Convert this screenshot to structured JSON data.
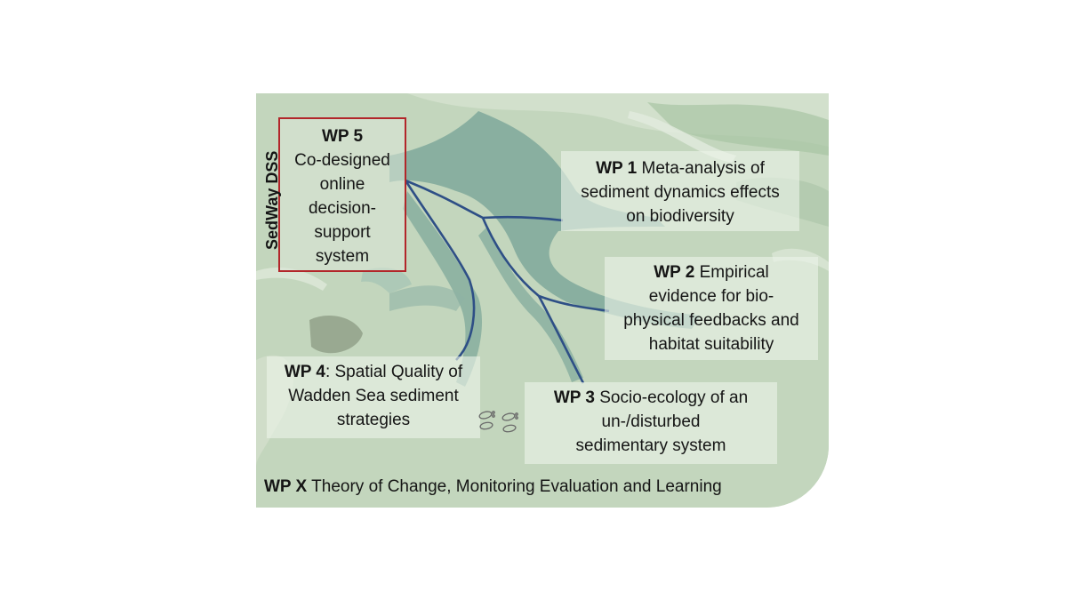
{
  "side_label": "SedWay DSS",
  "wp5": {
    "title": "WP 5",
    "line1": "Co-designed",
    "line2": "online",
    "line3": "decision-",
    "line4": "support",
    "line5": "system"
  },
  "wp1": {
    "title": "WP 1",
    "line1": "Meta-analysis of",
    "line2": "sediment dynamics effects",
    "line3": "on biodiversity"
  },
  "wp2": {
    "title": "WP 2",
    "line1": "Empirical",
    "line2": "evidence for bio-",
    "line3": "physical feedbacks and",
    "line4": "habitat suitability"
  },
  "wp3": {
    "title": "WP 3",
    "line1": "Socio-ecology of an",
    "line2": "un-/disturbed",
    "line3": "sedimentary system"
  },
  "wp4": {
    "title": "WP 4",
    "line1": ": Spatial Quality of",
    "line2": "Wadden Sea sediment",
    "line3": "strategies"
  },
  "wpx": {
    "title": "WP X",
    "text": "Theory of Change, Monitoring Evaluation and Learning"
  },
  "colors": {
    "border_wp5": "#b2262a",
    "connector_lines": "#2e4f86",
    "channel_fill": "#7fa89b",
    "land_fill": "#c3d6bd"
  },
  "icons": [
    "footprints-icon"
  ]
}
